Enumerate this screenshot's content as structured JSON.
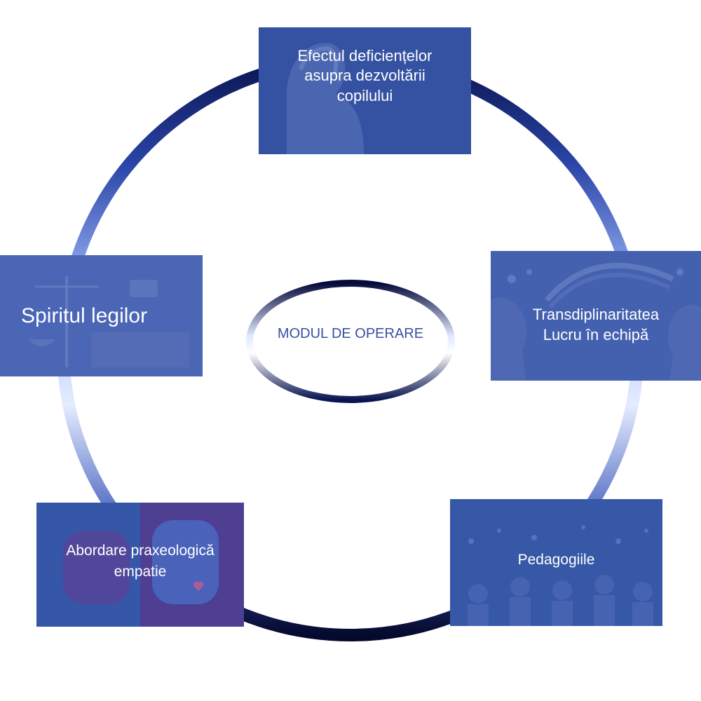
{
  "center": {
    "label": "MODUL DE OPERARE"
  },
  "nodes": {
    "top": {
      "lines": [
        "Efectul deficiențelor",
        "asupra dezvoltării",
        "copilului"
      ]
    },
    "right": {
      "lines": [
        "Transdiplinaritatea",
        "Lucru în echipă"
      ]
    },
    "left": {
      "lines": [
        "Spiritul  legilor"
      ]
    },
    "bottom_left": {
      "lines": [
        "Abordare praxeologică",
        "empatie"
      ]
    },
    "bottom_right": {
      "lines": [
        "Pedagogiile"
      ]
    }
  },
  "colors": {
    "ring_dark": "#0a1550",
    "ring_light": "#c9d8ff",
    "box_blue": "#3a55a6",
    "text": "#ffffff",
    "center_text": "#3a4fa0"
  }
}
